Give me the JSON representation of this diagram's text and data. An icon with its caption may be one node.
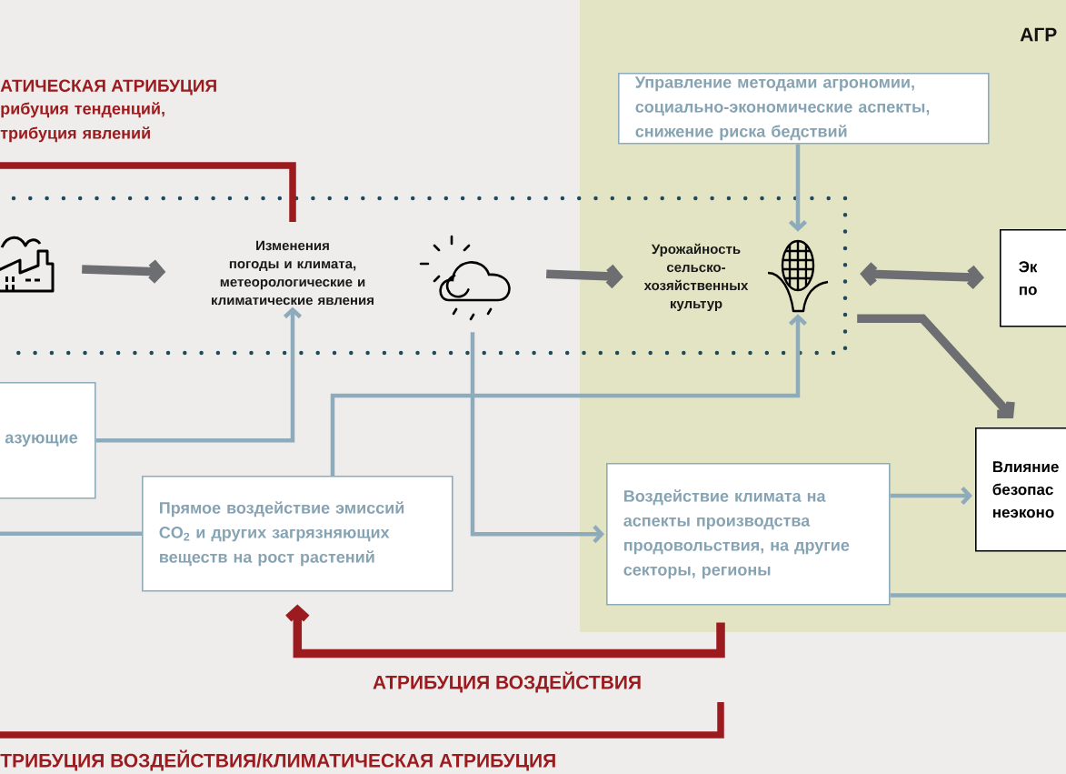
{
  "diagram": {
    "nodes": [
      {
        "text": [],
        "shape": "picture"
      },
      {
        "text": [
          "Изменения погоды и климата, метеорологические и климатические явления"
        ]
      },
      {
        "text": [],
        "shape": "picture"
      },
      {
        "text": [
          "Урожайность сельско- хозяйственных культур"
        ]
      },
      {
        "text": [],
        "shape": "picture"
      },
      {
        "text": [
          "Управление методами агрономии, социально-экономические аспекты, снижение риска бедствий"
        ]
      },
      {
        "text": [
          "Эк по"
        ]
      },
      {
        "text": [
          "Влияние безопас неэконо"
        ]
      },
      {
        "text": [
          "азующие"
        ]
      },
      {
        "text": [
          "Прямое воздействие эмиссий CO$_{2}$ и других загрязняющих веществ на рост растений"
        ]
      },
      {
        "text": [
          "Воздействие климата на аспекты производства продовольствия, на другие секторы, регионы"
        ]
      }
    ],
    "edges": [
      {
        "from": 0,
        "to": 1,
        "arrow": "to",
        "style": "thick",
        "color": "#6d6e71"
      },
      {
        "from": 2,
        "to": 3,
        "arrow": "to",
        "style": "thick",
        "color": "#6d6e71"
      },
      {
        "from": 5,
        "to": 4,
        "arrow": "to"
      },
      {
        "from": 4,
        "to": 6,
        "arrow": "both",
        "style": "thick",
        "color": "#6d6e71"
      },
      {
        "from": 4,
        "to": 7,
        "arrow": "to",
        "style": "thick",
        "color": "#6d6e71"
      },
      {
        "from": 8,
        "to": 1,
        "arrow": "to"
      },
      {
        "from": 9,
        "to": 4,
        "arrow": "to"
      },
      {
        "from": 2,
        "to": 10,
        "arrow": "to"
      },
      {
        "from": 10,
        "to": 7,
        "arrow": "to"
      },
      {
        "from": null,
        "to": 9,
        "arrow": "none"
      },
      {
        "from": 10,
        "to": null,
        "arrow": "none"
      },
      {
        "from": 10,
        "to": 9,
        "arrow": "to",
        "style": "thick",
        "color": "#9b1b1f"
      }
    ],
    "labels": [
      "АГР",
      "АТИЧЕСКАЯ АТРИБУЦИЯ",
      "рибуция тенденций, трибуция явлений",
      "АТРИБУЦИЯ ВОЗДЕЙСТВИЯ",
      "ТРИБУЦИЯ ВОЗДЕЙСТВИЯ/КЛИМАТИЧЕСКАЯ АТРИБУЦИЯ"
    ]
  }
}
